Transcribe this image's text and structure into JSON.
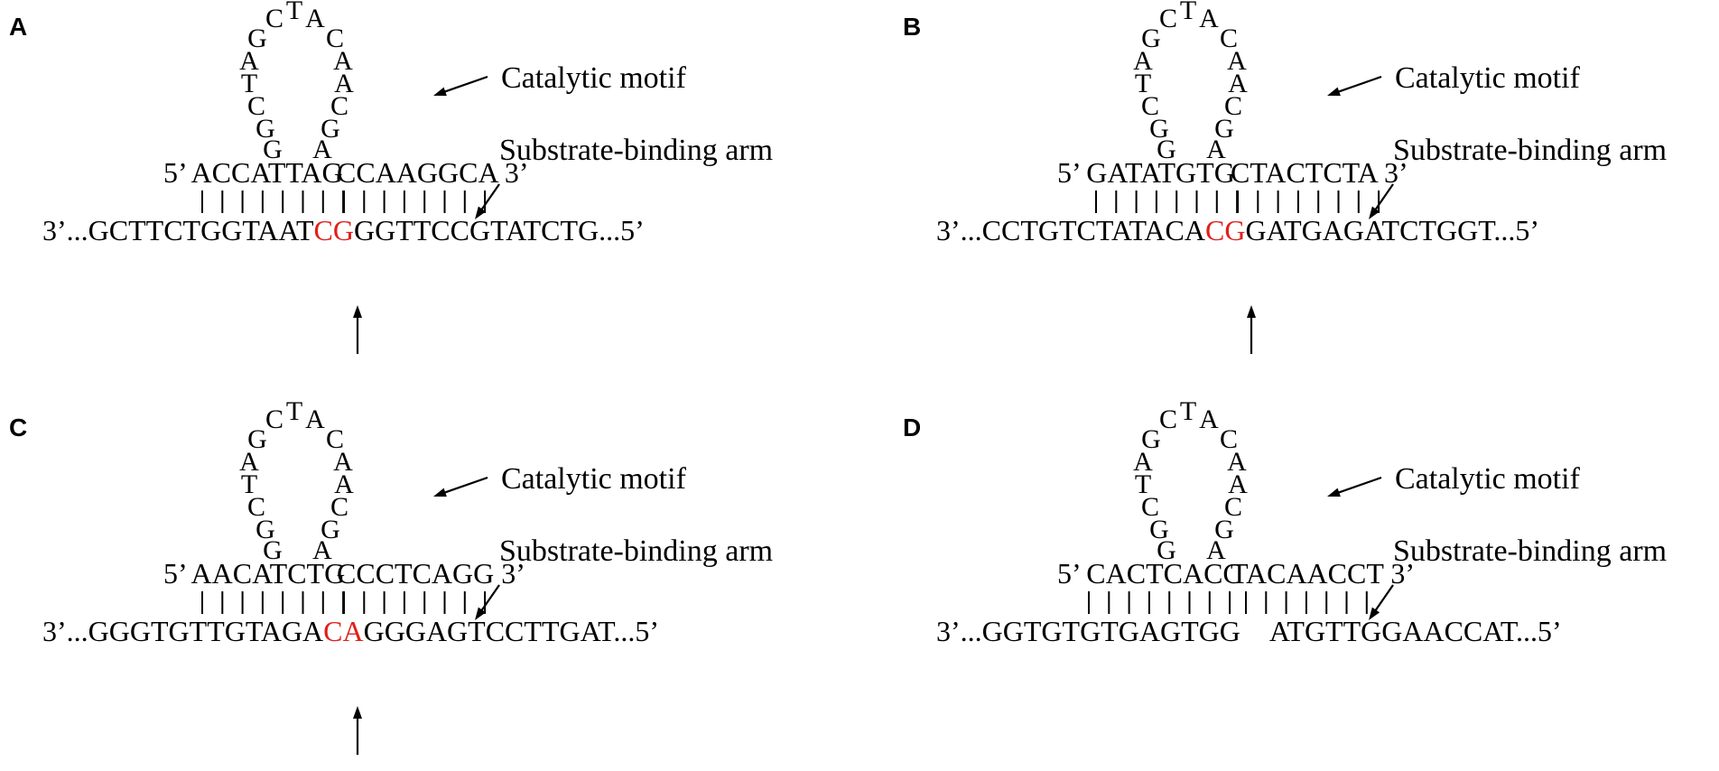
{
  "panels": [
    {
      "letter": "A",
      "catalytic_label": "Catalytic motif",
      "arm_label": "Substrate-binding arm",
      "loop": [
        "G",
        "G",
        "C",
        "T",
        "A",
        "G",
        "C",
        "T",
        "A",
        "C",
        "A",
        "A",
        "C",
        "G",
        "A"
      ],
      "enzyme_left": "5’ ACCATTAG",
      "enzyme_right": "CCAAGGCA 3’",
      "target_left": "3’...GCTTCTGGTAAT",
      "site_1": "C",
      "site_2": "G",
      "target_right": "GGTTCCGTATCTG...5’",
      "cleavage_arrow": true
    },
    {
      "letter": "B",
      "catalytic_label": "Catalytic motif",
      "arm_label": "Substrate-binding arm",
      "loop": [
        "G",
        "G",
        "C",
        "T",
        "A",
        "G",
        "C",
        "T",
        "A",
        "C",
        "A",
        "A",
        "C",
        "G",
        "A"
      ],
      "enzyme_left": "5’ GATATGTG",
      "enzyme_right": "CTACTCTA 3’",
      "target_left": "3’...CCTGTCTATACA",
      "site_1": "C",
      "site_2": "G",
      "target_right": "GATGAGATCTGGT...5’",
      "cleavage_arrow": true
    },
    {
      "letter": "C",
      "catalytic_label": "Catalytic motif",
      "arm_label": "Substrate-binding arm",
      "loop": [
        "G",
        "G",
        "C",
        "T",
        "A",
        "G",
        "C",
        "T",
        "A",
        "C",
        "A",
        "A",
        "C",
        "G",
        "A"
      ],
      "enzyme_left": "5’ AACATCTG",
      "enzyme_right": "CCCTCAGG 3’",
      "target_left": "3’...GGGTGTTGTAGA",
      "site_1": "C",
      "site_2": "A",
      "target_right": "GGGAGTCCTTGAT...5’",
      "cleavage_arrow": true
    },
    {
      "letter": "D",
      "catalytic_label": "Catalytic motif",
      "arm_label": "Substrate-binding arm",
      "loop": [
        "G",
        "G",
        "C",
        "T",
        "A",
        "G",
        "C",
        "T",
        "A",
        "C",
        "A",
        "A",
        "C",
        "G",
        "A"
      ],
      "enzyme_left": "5’ CACTCACC",
      "enzyme_right": "TACAACCT 3’",
      "target_left": "3’...GGTGTGTGAGTGG",
      "site_1": "",
      "site_2": "",
      "target_right": "ATGTTGGAACCAT...5’",
      "cleavage_arrow": false
    }
  ],
  "colors": {
    "highlight": "#e0201b",
    "text": "#000000"
  }
}
